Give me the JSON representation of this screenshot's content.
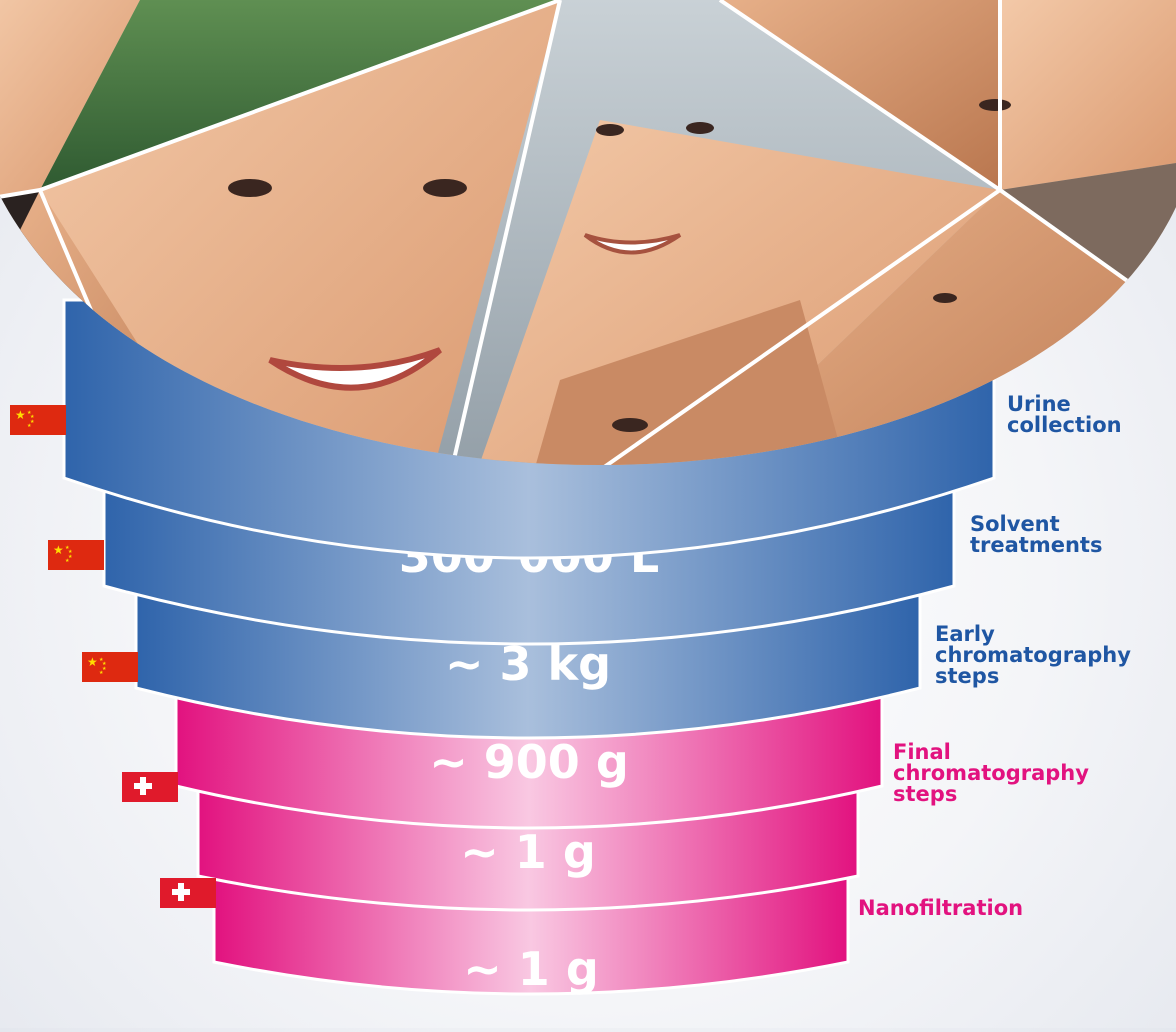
{
  "colors": {
    "blue": "#2f64ab",
    "pink": "#e2127f",
    "blue_label": "#1f56a3",
    "pink_label": "#e2127f",
    "top_bar": "#2d4f8d"
  },
  "stages": [
    {
      "labels": [
        "Urine",
        "collection"
      ],
      "quantity": "",
      "color": "blue",
      "flag": "china-flag-icon"
    },
    {
      "labels": [
        "Solvent",
        "treatments"
      ],
      "quantity": "300˙000 L",
      "color": "blue",
      "flag": "china-flag-icon"
    },
    {
      "labels": [
        "Early",
        "chromatography",
        "steps"
      ],
      "quantity": "~ 3 kg",
      "color": "blue",
      "flag": "china-flag-icon"
    },
    {
      "labels": [
        "Final",
        "chromatography",
        "steps"
      ],
      "quantity": "~ 900 g",
      "color": "pink",
      "flag": "swiss-flag-icon"
    },
    {
      "labels": [
        "Nanofiltration"
      ],
      "quantity": "~ 1 g",
      "color": "pink",
      "flag": "swiss-flag-icon"
    },
    {
      "labels": [],
      "quantity": "~ 1 g",
      "color": "pink",
      "flag": ""
    }
  ]
}
